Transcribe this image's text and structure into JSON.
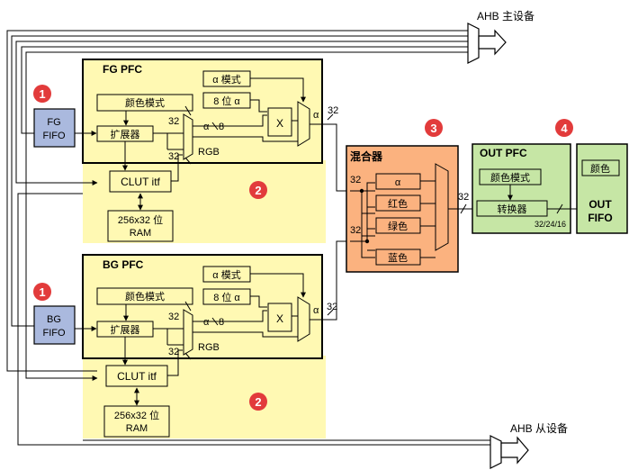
{
  "ahb_master": "AHB 主设备",
  "ahb_slave": "AHB 从设备",
  "fg": {
    "title": "FG PFC",
    "fifo_line1": "FG",
    "fifo_line2": "FIFO",
    "color_mode": "颜色模式",
    "expander": "扩展器",
    "alpha_mode": "α 模式",
    "alpha_8bit": "8 位 α",
    "mult": "X",
    "alpha_a": "α",
    "alpha_b": "α",
    "rgb": "RGB",
    "bus_32_top": "32",
    "bus_32_bot": "32",
    "bus_8": "8",
    "bus_out": "32",
    "clut": "CLUT itf",
    "ram_line1": "256x32 位",
    "ram_line2": "RAM"
  },
  "bg": {
    "title": "BG PFC",
    "fifo_line1": "BG",
    "fifo_line2": "FIFO",
    "color_mode": "颜色模式",
    "expander": "扩展器",
    "alpha_mode": "α 模式",
    "alpha_8bit": "8 位 α",
    "mult": "X",
    "alpha_a": "α",
    "alpha_b": "α",
    "rgb": "RGB",
    "bus_32_top": "32",
    "bus_32_bot": "32",
    "bus_8": "8",
    "bus_out": "32",
    "clut": "CLUT itf",
    "ram_line1": "256x32 位",
    "ram_line2": "RAM"
  },
  "mixer": {
    "title": "混合器",
    "bus_in_top": "32",
    "bus_in_bot": "32",
    "alpha": "α",
    "red": "红色",
    "green": "绿色",
    "blue": "蓝色",
    "bus_out": "32"
  },
  "out_pfc": {
    "title": "OUT PFC",
    "color_mode": "颜色模式",
    "converter": "转换器",
    "bits": "32/24/16"
  },
  "out_fifo": {
    "color": "颜色",
    "line1": "OUT",
    "line2": "FIFO"
  },
  "markers": [
    "1",
    "2",
    "1",
    "2",
    "3",
    "4"
  ],
  "colors": {
    "yellow_panel": "#fff9b3",
    "fifo_blue": "#aab9de",
    "mixer_orange": "#fbb27f",
    "out_green": "#c6e6a5",
    "marker_red": "#e23b3b"
  }
}
